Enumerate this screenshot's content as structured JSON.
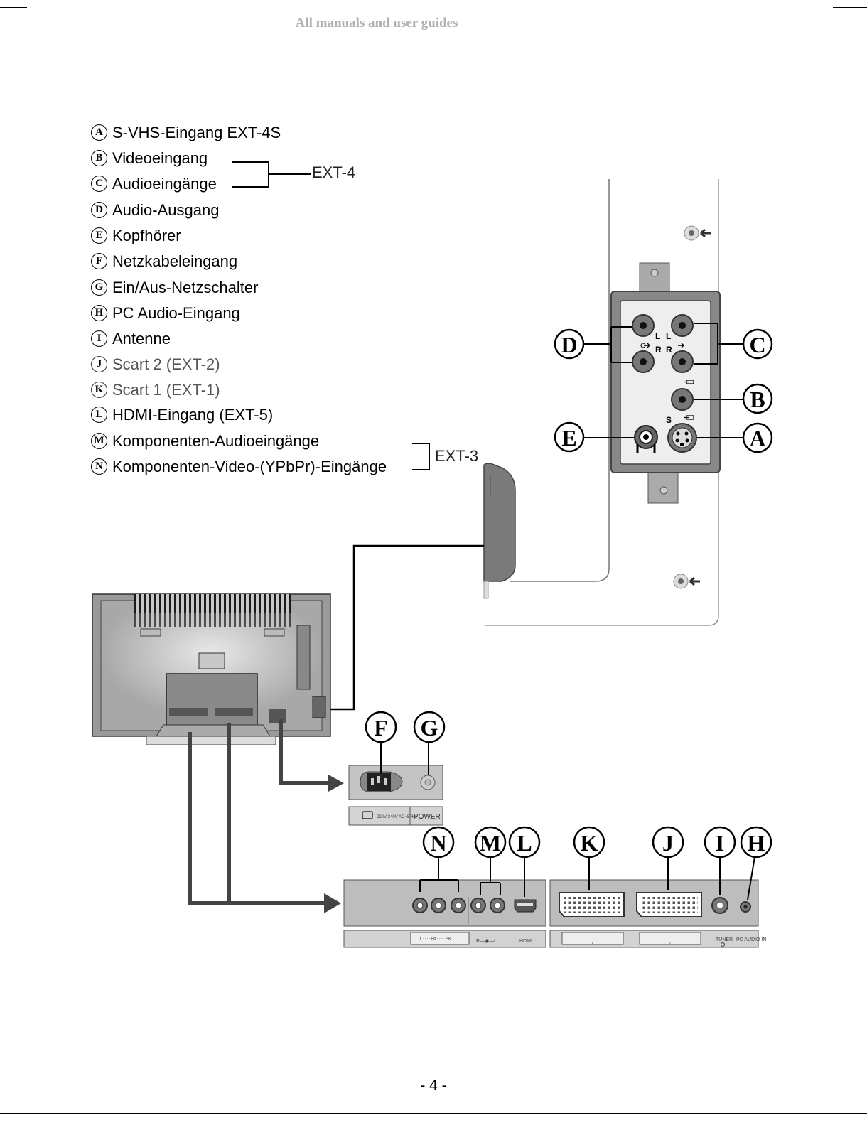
{
  "watermark": "All manuals and user guides",
  "legend": [
    {
      "marker": "A",
      "label": "S-VHS-Eingang   EXT-4S"
    },
    {
      "marker": "B",
      "label": "Videoeingang"
    },
    {
      "marker": "C",
      "label": "Audioeingänge"
    },
    {
      "marker": "D",
      "label": "Audio-Ausgang"
    },
    {
      "marker": "E",
      "label": "Kopfhörer"
    },
    {
      "marker": "F",
      "label": "Netzkabeleingang"
    },
    {
      "marker": "G",
      "label": "Ein/Aus-Netzschalter"
    },
    {
      "marker": "H",
      "label": "PC Audio-Eingang"
    },
    {
      "marker": "I",
      "label": "Antenne"
    },
    {
      "marker": "J",
      "label": "Scart 2 (EXT-2)"
    },
    {
      "marker": "K",
      "label": "Scart 1 (EXT-1)"
    },
    {
      "marker": "L",
      "label": "HDMI-Eingang (EXT-5)"
    },
    {
      "marker": "M",
      "label": "Komponenten-Audioeingänge"
    },
    {
      "marker": "N",
      "label": "Komponenten-Video-(YPbPr)-Eingänge"
    }
  ],
  "groups": {
    "ext4": "EXT-4",
    "ext3": "EXT-3"
  },
  "side_panel": {
    "callouts": {
      "D": "D",
      "C": "C",
      "B": "B",
      "E": "E",
      "A": "A"
    },
    "port_labels": {
      "L1": "L",
      "L2": "L",
      "R1": "R",
      "R2": "R",
      "S": "S"
    }
  },
  "power_panel": {
    "callouts": {
      "F": "F",
      "G": "G"
    },
    "rating": "220V-240V\nAC~50Hz",
    "power_label": "POWER"
  },
  "rear_panel": {
    "callouts": {
      "N": "N",
      "M": "M",
      "L": "L",
      "K": "K",
      "J": "J",
      "I": "I",
      "H": "H"
    },
    "labels": {
      "ypbpr": "Y · · · · PB · · · · PR",
      "audio": "R—◉—L",
      "hdmi": "HDMI",
      "scart1": "1",
      "scart2": "2",
      "tuner": "TUNER",
      "pc_audio": "PC AUDIO IN"
    }
  },
  "page_number": "- 4 -"
}
